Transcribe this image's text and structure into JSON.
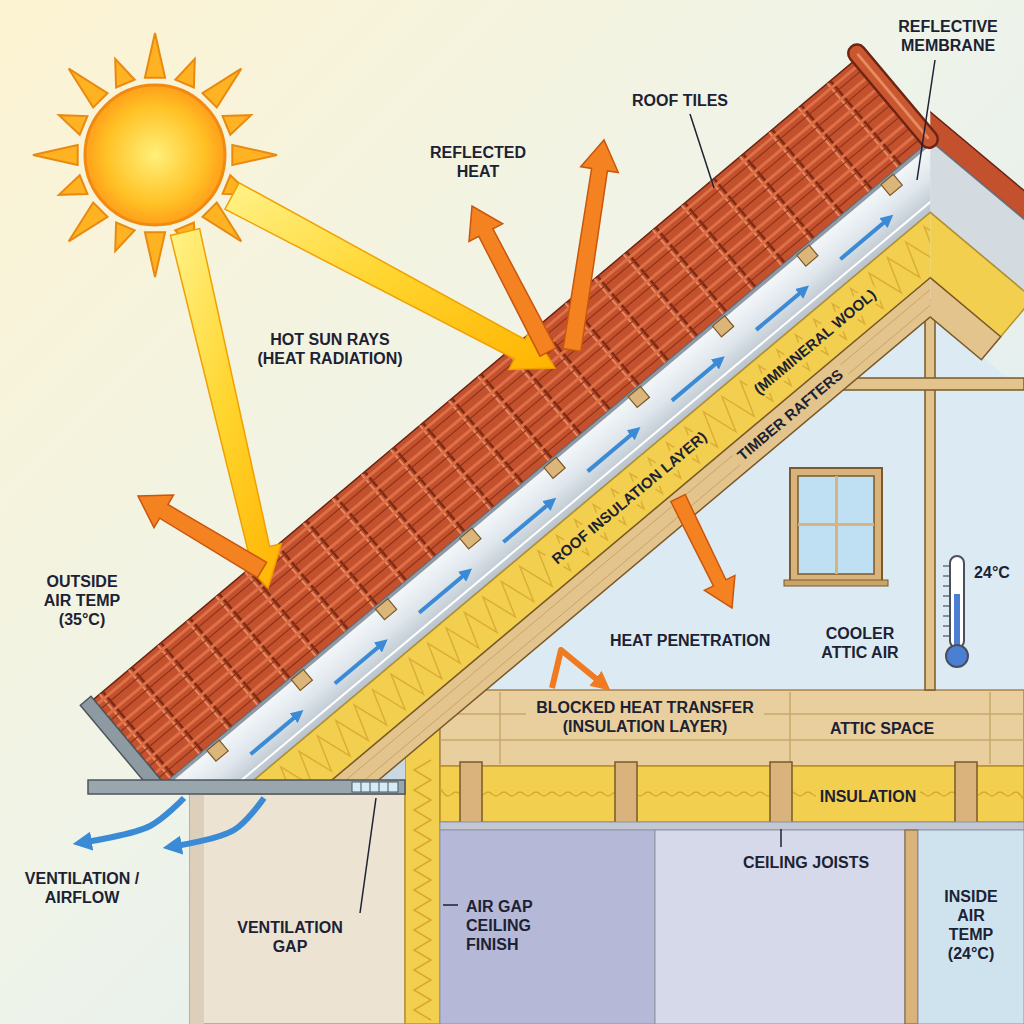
{
  "diagram": {
    "labels": [
      "REFLECTED HEAT",
      "ROOF TILES",
      "REFLECTIVE MEMBRANE",
      "HOT SUN RAYS (HEAT RADIATION)",
      "ROOF INSULATION LAYER)",
      "(MMMINERAL WOOL)",
      "TIMBER RAFTERS",
      "OUTSIDE AIR TEMP (35°C)",
      "HEAT PENETRATION",
      "COOLER ATTIC AIR",
      "24°C",
      "BLOCKED HEAT TRANSFER (INSULATION LAYER)",
      "ATTIC SPACE",
      "INSULATION",
      "CEILING JOISTS",
      "VENTILATION / AIRFLOW",
      "VENTILATION GAP",
      "AIR GAP CEILING FINISH",
      "INSIDE AIR TEMP (24°C)"
    ]
  }
}
